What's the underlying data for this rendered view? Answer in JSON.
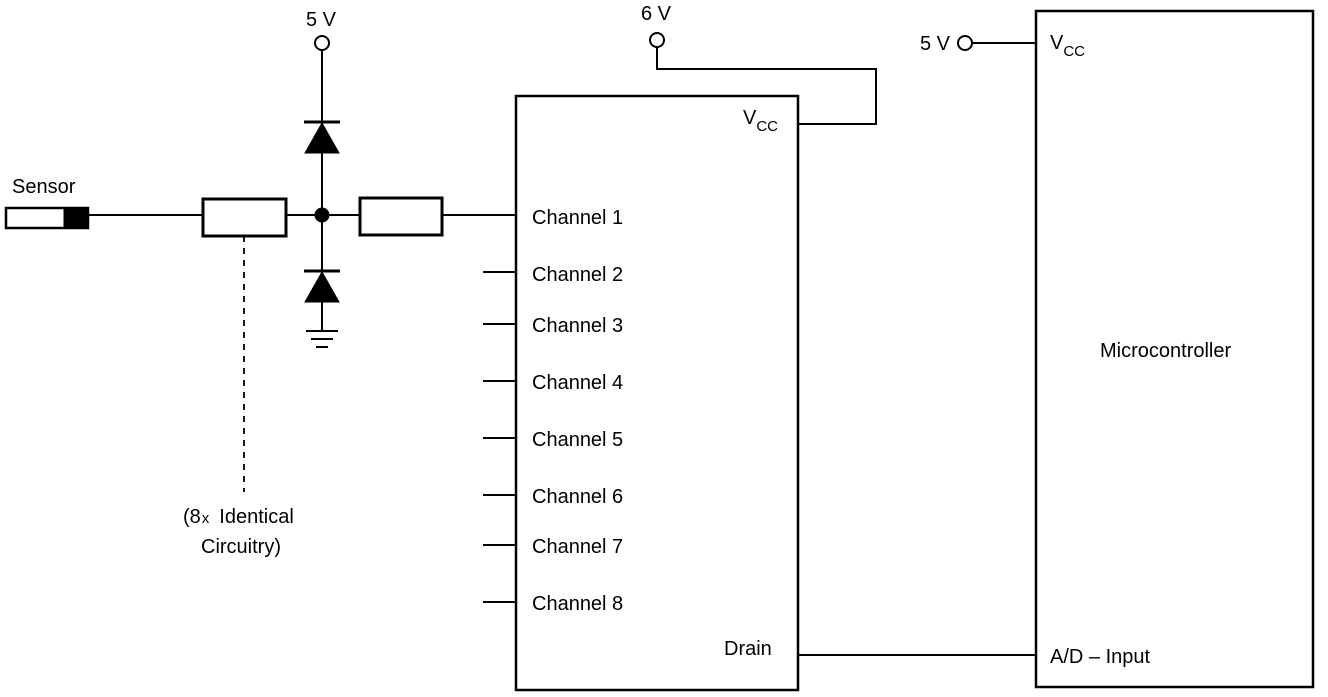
{
  "labels": {
    "sensor": "Sensor",
    "supply_clamp": "5 V",
    "supply_mux": "6 V",
    "supply_mcu": "5 V",
    "vcc_main": "V",
    "vcc_sub": "CC",
    "identical_line1_a": "(8",
    "identical_line1_x": "x",
    "identical_line1_b": "Identical",
    "identical_line2": "Circuitry)",
    "drain": "Drain",
    "microcontroller": "Microcontroller",
    "ad_input": "A/D – Input"
  },
  "channels": [
    "Channel 1",
    "Channel 2",
    "Channel 3",
    "Channel 4",
    "Channel 5",
    "Channel 6",
    "Channel 7",
    "Channel 8"
  ],
  "colors": {
    "ink": "#000000",
    "background": "#ffffff"
  }
}
